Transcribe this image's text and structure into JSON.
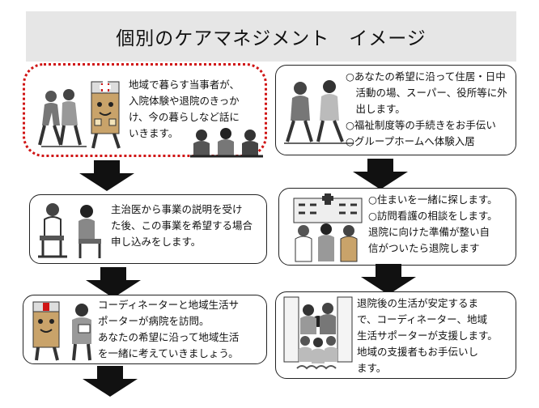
{
  "title": "個別のケアマネジメント　イメージ",
  "steps_left": [
    {
      "text": "地域で暮らす当事者が、\n入院体験や退院のきっか\nけ、今の暮らしなど話に\nいきます。"
    },
    {
      "text": "主治医から事業の説明を受け\nた後、この事業を希望する場合\n申し込みをします。"
    },
    {
      "text": "コーディネーターと地域生活サ\nポーターが病院を訪問。\nあなたの希望に沿って地域生活\nを一緒に考えていきましょう。"
    }
  ],
  "steps_right": [
    {
      "text": "○あなたの希望に沿って住居・日中\n　活動の場、スーパー、役所等に外\n　出します。\n○福祉制度等の手続きをお手伝い\n○グループホームへ体験入居"
    },
    {
      "text": "○住まいを一緒に探します。\n○訪問看護の相談をします。\n退院に向けた準備が整い自\n信がついたら退院します"
    },
    {
      "text": "退院後の生活が安定するま\nで、コーディネーター、地域\n生活サポーターが支援します。\n地域の支援者もお手伝いし\nます。"
    }
  ],
  "icons": {
    "hospital": "hospital-character-icon",
    "walkers": "walking-people-icon",
    "meeting": "meeting-people-icon",
    "doctor": "doctor-consultation-icon",
    "building": "hospital-building-icon",
    "family": "group-family-icon"
  },
  "colors": {
    "title_bg": "#e6e6e6",
    "dotted_border": "#d01515",
    "arrow": "#111111"
  }
}
